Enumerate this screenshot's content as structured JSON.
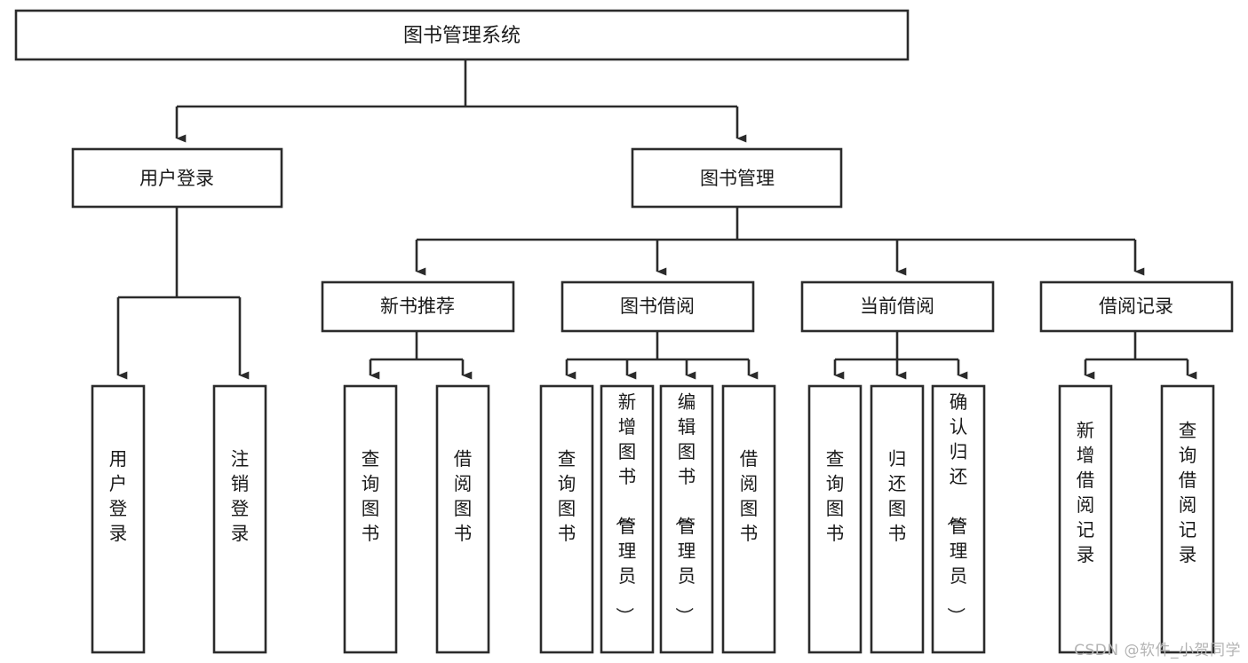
{
  "diagram": {
    "type": "tree-hierarchy-diagram",
    "title": "图书管理系统",
    "orientation": "top-down",
    "watermark": "CSDN @软件_小贺同学",
    "colors": {
      "background": "#ffffff",
      "box_fill": "#ffffff",
      "box_stroke": "#2b2b2b",
      "text": "#1a1a1a",
      "watermark": "#b4b4b4"
    },
    "nodes": {
      "root": {
        "label": "图书管理系统",
        "level": 0,
        "orientation": "horizontal"
      },
      "level1": [
        {
          "id": "user-login",
          "label": "用户登录",
          "orientation": "horizontal"
        },
        {
          "id": "book-manage",
          "label": "图书管理",
          "orientation": "horizontal"
        }
      ],
      "level2": [
        {
          "id": "new-book-recommend",
          "label": "新书推荐",
          "parent": "book-manage",
          "orientation": "horizontal"
        },
        {
          "id": "book-borrow",
          "label": "图书借阅",
          "parent": "book-manage",
          "orientation": "horizontal"
        },
        {
          "id": "current-borrow",
          "label": "当前借阅",
          "parent": "book-manage",
          "orientation": "horizontal"
        },
        {
          "id": "borrow-record",
          "label": "借阅记录",
          "parent": "book-manage",
          "orientation": "horizontal"
        }
      ],
      "leaves": [
        {
          "id": "leaf-user-login",
          "label": "用户登录",
          "parent": "user-login",
          "orientation": "vertical"
        },
        {
          "id": "leaf-logout",
          "label": "注销登录",
          "parent": "user-login",
          "orientation": "vertical"
        },
        {
          "id": "leaf-query-book-1",
          "label": "查询图书",
          "parent": "new-book-recommend",
          "orientation": "vertical"
        },
        {
          "id": "leaf-borrow-book-1",
          "label": "借阅图书",
          "parent": "new-book-recommend",
          "orientation": "vertical"
        },
        {
          "id": "leaf-query-book-2",
          "label": "查询图书",
          "parent": "book-borrow",
          "orientation": "vertical"
        },
        {
          "id": "leaf-add-book",
          "label": "新增图书（管理员）",
          "parent": "book-borrow",
          "orientation": "vertical"
        },
        {
          "id": "leaf-edit-book",
          "label": "编辑图书（管理员）",
          "parent": "book-borrow",
          "orientation": "vertical"
        },
        {
          "id": "leaf-borrow-book-2",
          "label": "借阅图书",
          "parent": "book-borrow",
          "orientation": "vertical"
        },
        {
          "id": "leaf-query-book-3",
          "label": "查询图书",
          "parent": "current-borrow",
          "orientation": "vertical"
        },
        {
          "id": "leaf-return-book",
          "label": "归还图书",
          "parent": "current-borrow",
          "orientation": "vertical"
        },
        {
          "id": "leaf-confirm-return",
          "label": "确认归还（管理员）",
          "parent": "current-borrow",
          "orientation": "vertical"
        },
        {
          "id": "leaf-add-record",
          "label": "新增借阅记录",
          "parent": "borrow-record",
          "orientation": "vertical"
        },
        {
          "id": "leaf-query-record",
          "label": "查询借阅记录",
          "parent": "borrow-record",
          "orientation": "vertical"
        }
      ]
    }
  },
  "chart_data": {
    "type": "tree",
    "title": "图书管理系统",
    "root": "图书管理系统",
    "edges": [
      [
        "图书管理系统",
        "用户登录"
      ],
      [
        "图书管理系统",
        "图书管理"
      ],
      [
        "用户登录",
        "用户登录"
      ],
      [
        "用户登录",
        "注销登录"
      ],
      [
        "图书管理",
        "新书推荐"
      ],
      [
        "图书管理",
        "图书借阅"
      ],
      [
        "图书管理",
        "当前借阅"
      ],
      [
        "图书管理",
        "借阅记录"
      ],
      [
        "新书推荐",
        "查询图书"
      ],
      [
        "新书推荐",
        "借阅图书"
      ],
      [
        "图书借阅",
        "查询图书"
      ],
      [
        "图书借阅",
        "新增图书（管理员）"
      ],
      [
        "图书借阅",
        "编辑图书（管理员）"
      ],
      [
        "图书借阅",
        "借阅图书"
      ],
      [
        "当前借阅",
        "查询图书"
      ],
      [
        "当前借阅",
        "归还图书"
      ],
      [
        "当前借阅",
        "确认归还（管理员）"
      ],
      [
        "借阅记录",
        "新增借阅记录"
      ],
      [
        "借阅记录",
        "查询借阅记录"
      ]
    ],
    "depth": 3,
    "node_count": 20
  }
}
